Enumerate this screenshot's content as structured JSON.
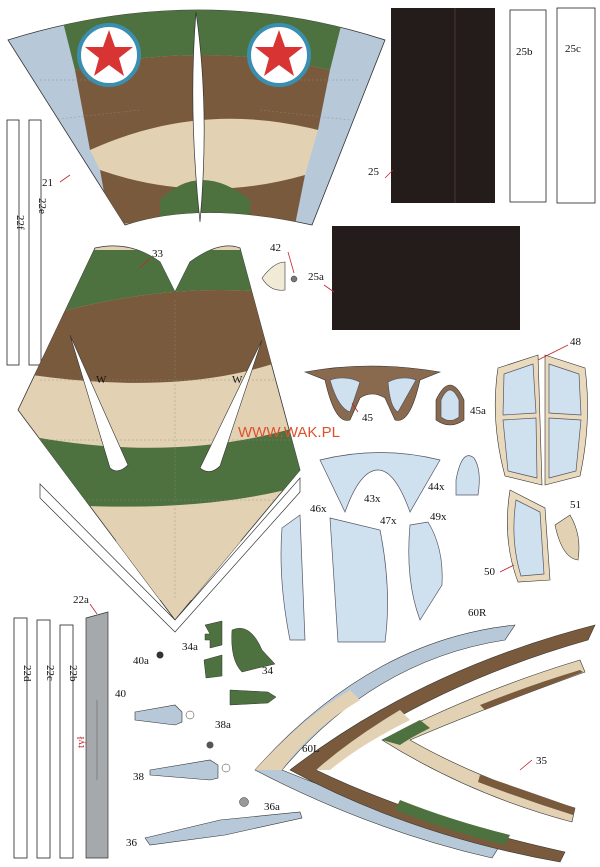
{
  "sheet": {
    "watermark": "WWW.WAK.PL",
    "colors": {
      "green": "#4e7140",
      "brown": "#7a5a3c",
      "sand": "#e2d2b3",
      "blue": "#b7c9d9",
      "dark": "#241c1a",
      "star": "#d83434",
      "glass": "#cfe0ee"
    }
  },
  "parts": {
    "p21": "21",
    "p22f": "22f",
    "p22e": "22e",
    "p25": "25",
    "p25a": "25a",
    "p25b": "25b",
    "p25c": "25c",
    "p33": "33",
    "p42": "42",
    "p45": "45",
    "p45a": "45a",
    "p48": "48",
    "p43x": "43x",
    "p44x": "44x",
    "p46x": "46x",
    "p47x": "47x",
    "p49x": "49x",
    "p50": "50",
    "p51": "51",
    "p22a": "22a",
    "p22d": "22d",
    "p22c": "22c",
    "p22b": "22b",
    "p34a": "34a",
    "p34": "34",
    "p40a": "40a",
    "p40": "40",
    "p38a": "38a",
    "p38": "38",
    "p36a": "36a",
    "p36": "36",
    "p60R": "60R",
    "p60L": "60L",
    "p35": "35",
    "tyl": "tył",
    "w1": "W",
    "w2": "W"
  }
}
